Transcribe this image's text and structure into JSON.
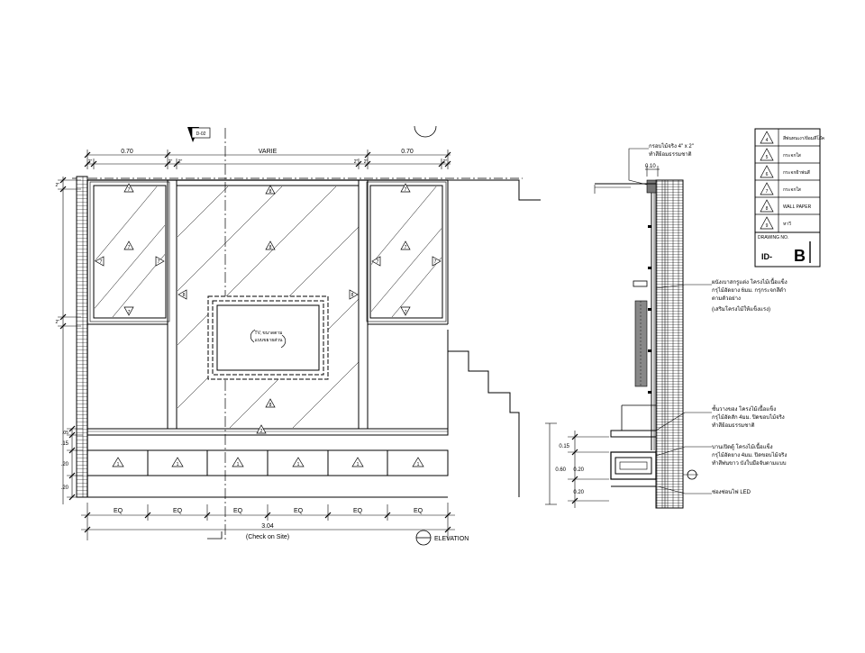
{
  "elevation": {
    "dims_top": [
      "0.70",
      "VARIE",
      "0.70"
    ],
    "dims_small": [
      "2\"",
      "2\"",
      "2\"",
      "2\"",
      "2\"",
      "2\""
    ],
    "dims_left": [
      "2\"",
      "2\"",
      ".05",
      ".15",
      ".20",
      ".20"
    ],
    "cabinet_marks": [
      "1",
      "1",
      "1",
      "1",
      "1",
      "1"
    ],
    "eq_labels": [
      "EQ",
      "EQ",
      "EQ",
      "EQ",
      "EQ",
      "EQ"
    ],
    "total_dim": "3.04",
    "total_note": "(Check on Site)",
    "tv_note_1": "TV, ขนาดตาม",
    "tv_note_2": "แบบขยายส่วน",
    "title": "ELEVATION",
    "section_tag": "D-02",
    "mark_glass": "7",
    "mark_main": "8",
    "mark_shelf": "2",
    "mark_bottom": "6"
  },
  "section": {
    "note_top_1": "กรอบไม้จริง 4\" x 2\"",
    "note_top_2": "ทำสีย้อมธรรมชาติ",
    "dim_top": "0.10",
    "note_mid_1": "ผนังเบาสกรูแต่ง โครงไม้เนื้อแข็ง",
    "note_mid_2": "กรุไม้อัดยาง 6มม. กรุกระจกสีดำ",
    "note_mid_3": "ตามตัวอย่าง",
    "note_mid_4": "(เสริมโครงไม้ให้แข็งแรง)",
    "note_shelf_1": "ชั้นวางของ โครงไม้เนื้อแข็ง",
    "note_shelf_2": "กรุไม้อัดสัก 4มม. ปิดขอบไม้จริง",
    "note_shelf_3": "ทำสีย้อมธรรมชาติ",
    "note_drawer_1": "บานเปิดตู้ โครงไม้เนื้อแข็ง",
    "note_drawer_2": "กรุไม้อัดยาง 4มม. ปิดขอบไม้จริง",
    "note_drawer_3": "ทำสีพ่นขาว บังใบมือจับตามแบบ",
    "note_led": "ช่องซ่อนไฟ LED",
    "dims": [
      "0.15",
      "0.60",
      "0.20",
      "0.20"
    ]
  },
  "legend": {
    "rows": [
      {
        "mark": "4",
        "text": "สีพ่นทนเงา/ย้อมสีโอ๊ค"
      },
      {
        "mark": "5",
        "text": "กระจกใส"
      },
      {
        "mark": "6",
        "text": "กระจกฝ้าพ่นสี"
      },
      {
        "mark": "7",
        "text": "กระจกใส"
      },
      {
        "mark": "8",
        "text": "WALL PAPER"
      },
      {
        "mark": "9",
        "text": "หาวี"
      }
    ],
    "drawing_no_label": "DRAWING NO.",
    "drawing_prefix": "ID-",
    "drawing_letter": "B"
  }
}
